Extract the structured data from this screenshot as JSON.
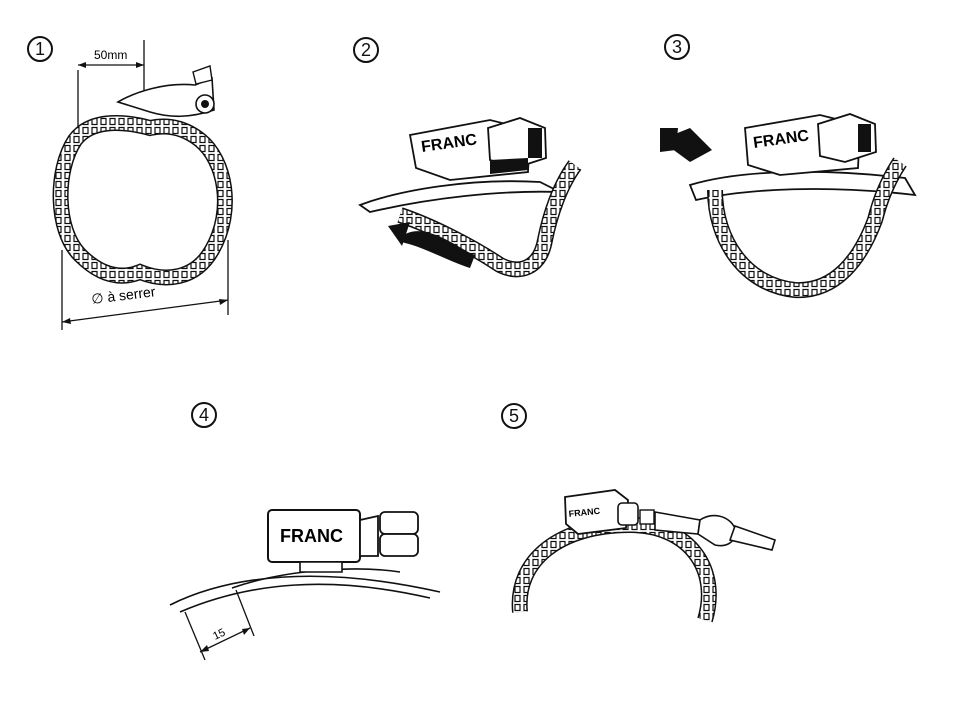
{
  "steps": [
    {
      "number": "1"
    },
    {
      "number": "2"
    },
    {
      "number": "3"
    },
    {
      "number": "4"
    },
    {
      "number": "5"
    }
  ],
  "labels": {
    "width_dim": "50mm",
    "diameter": "∅ à serrer",
    "brand": "FRANC",
    "length_dim": "15"
  },
  "colors": {
    "ink": "#111111",
    "paper": "#ffffff"
  }
}
